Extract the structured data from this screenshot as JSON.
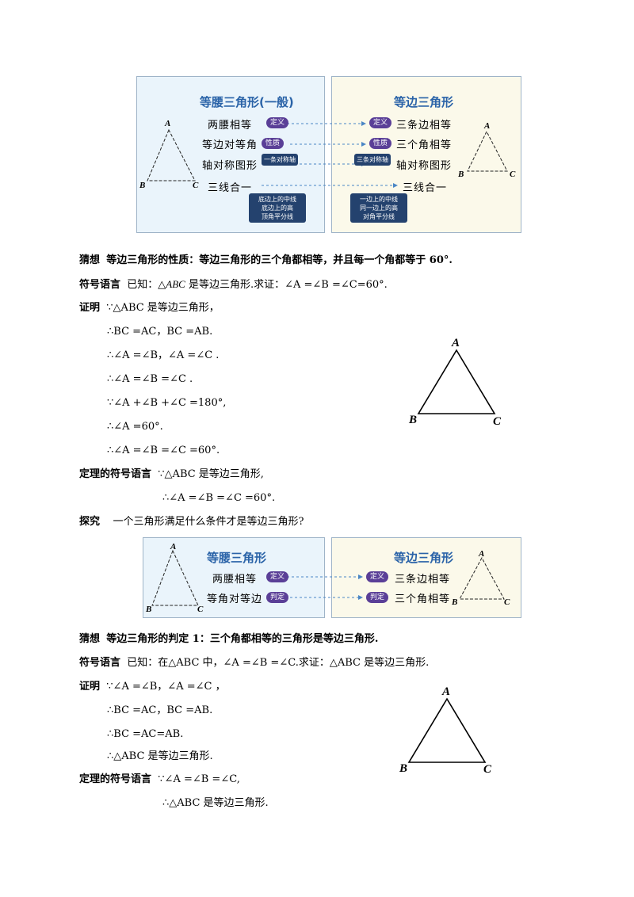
{
  "diagram1": {
    "left_title": "等腰三角形(一般)",
    "right_title": "等边三角形",
    "left_props": [
      "两腰相等",
      "等边对等角",
      "轴对称图形",
      "三线合一"
    ],
    "right_props": [
      "三条边相等",
      "三个角相等",
      "轴对称图形",
      "三线合一"
    ],
    "pills": {
      "def": "定义",
      "prop": "性质"
    },
    "axis_left": "一条对称轴",
    "axis_right": "三条对称轴",
    "box_left": [
      "底边上的中线",
      "底边上的高",
      "顶角平分线"
    ],
    "box_right": [
      "一边上的中线",
      "同一边上的高",
      "对角平分线"
    ],
    "vertices": {
      "a": "A",
      "b": "B",
      "c": "C"
    }
  },
  "text1": {
    "guess_label": "猜想",
    "guess": "等边三角形的性质：等边三角形的三个角都相等，并且每一个角都等于 60°.",
    "sym_label": "符号语言",
    "sym_pre": "已知：△",
    "sym_abc": "ABC",
    "sym_post": " 是等边三角形.求证：∠A =∠B =∠C=60°.",
    "proof_label": "证明",
    "proof_first": "∵△ABC 是等边三角形，",
    "proof": [
      "∴BC =AC，BC =AB.",
      "∴∠A =∠B，∠A =∠C .",
      "∴∠A =∠B =∠C .",
      "∵∠A +∠B +∠C =180°,",
      "∴∠A =60°.",
      "∴∠A =∠B =∠C =60°."
    ],
    "theorem_label": "定理的符号语言",
    "theorem_1": "∵△ABC 是等边三角形,",
    "theorem_2": "∴∠A =∠B =∠C =60°."
  },
  "explore": {
    "label": "探究",
    "text": "一个三角形满足什么条件才是等边三角形?"
  },
  "diagram2": {
    "left_title": "等腰三角形",
    "right_title": "等边三角形",
    "left_props": [
      "两腰相等",
      "等角对等边"
    ],
    "right_props": [
      "三条边相等",
      "三个角相等"
    ],
    "pills": {
      "def": "定义",
      "judge": "判定"
    }
  },
  "text2": {
    "guess_label": "猜想",
    "guess": "等边三角形的判定 1：三个角都相等的三角形是等边三角形.",
    "sym_label": "符号语言",
    "sym_text": "已知：在△ABC 中，∠A =∠B =∠C.求证：△ABC 是等边三角形.",
    "proof_label": "证明",
    "proof_first": "∵∠A =∠B，∠A =∠C ，",
    "proof": [
      "∴BC =AC，BC =AB.",
      "∴BC =AC=AB.",
      "∴△ABC 是等边三角形."
    ],
    "theorem_label": "定理的符号语言",
    "theorem_1": "∵∠A =∠B =∠C,",
    "theorem_2": "∴△ABC 是等边三角形."
  }
}
